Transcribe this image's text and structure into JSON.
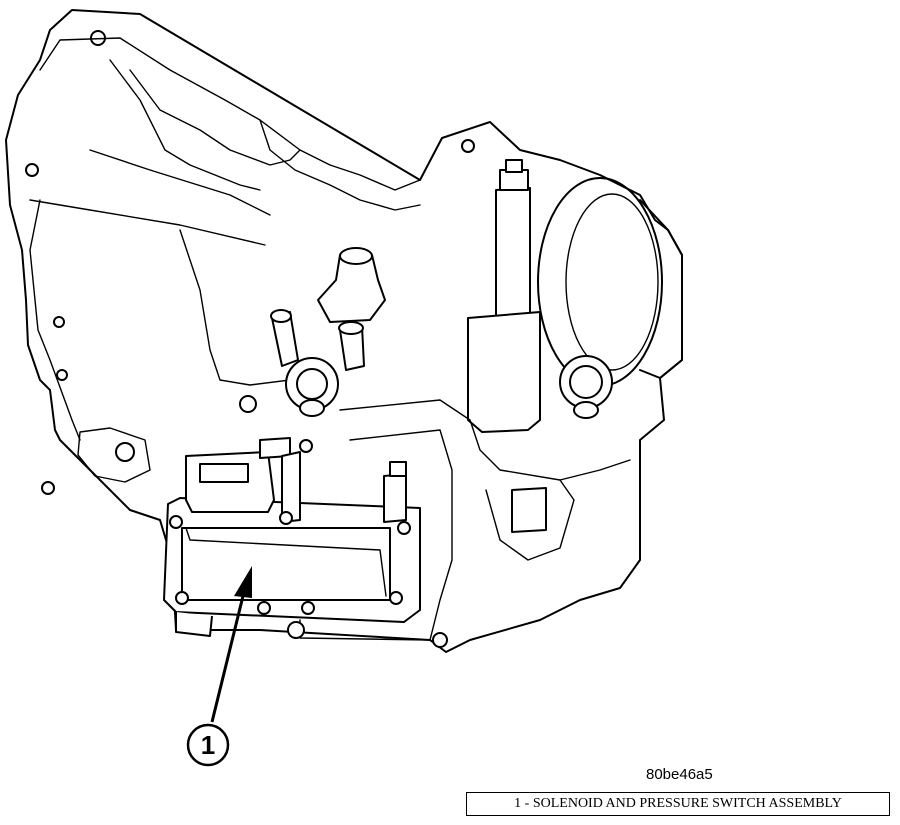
{
  "diagram": {
    "callouts": [
      {
        "number": "1",
        "label": "SOLENOID AND PRESSURE SWITCH ASSEMBLY"
      }
    ],
    "figure_id": "80be46a5",
    "legend_text": "1 - SOLENOID AND PRESSURE SWITCH ASSEMBLY"
  },
  "colors": {
    "line": "#000000",
    "background": "#ffffff"
  }
}
